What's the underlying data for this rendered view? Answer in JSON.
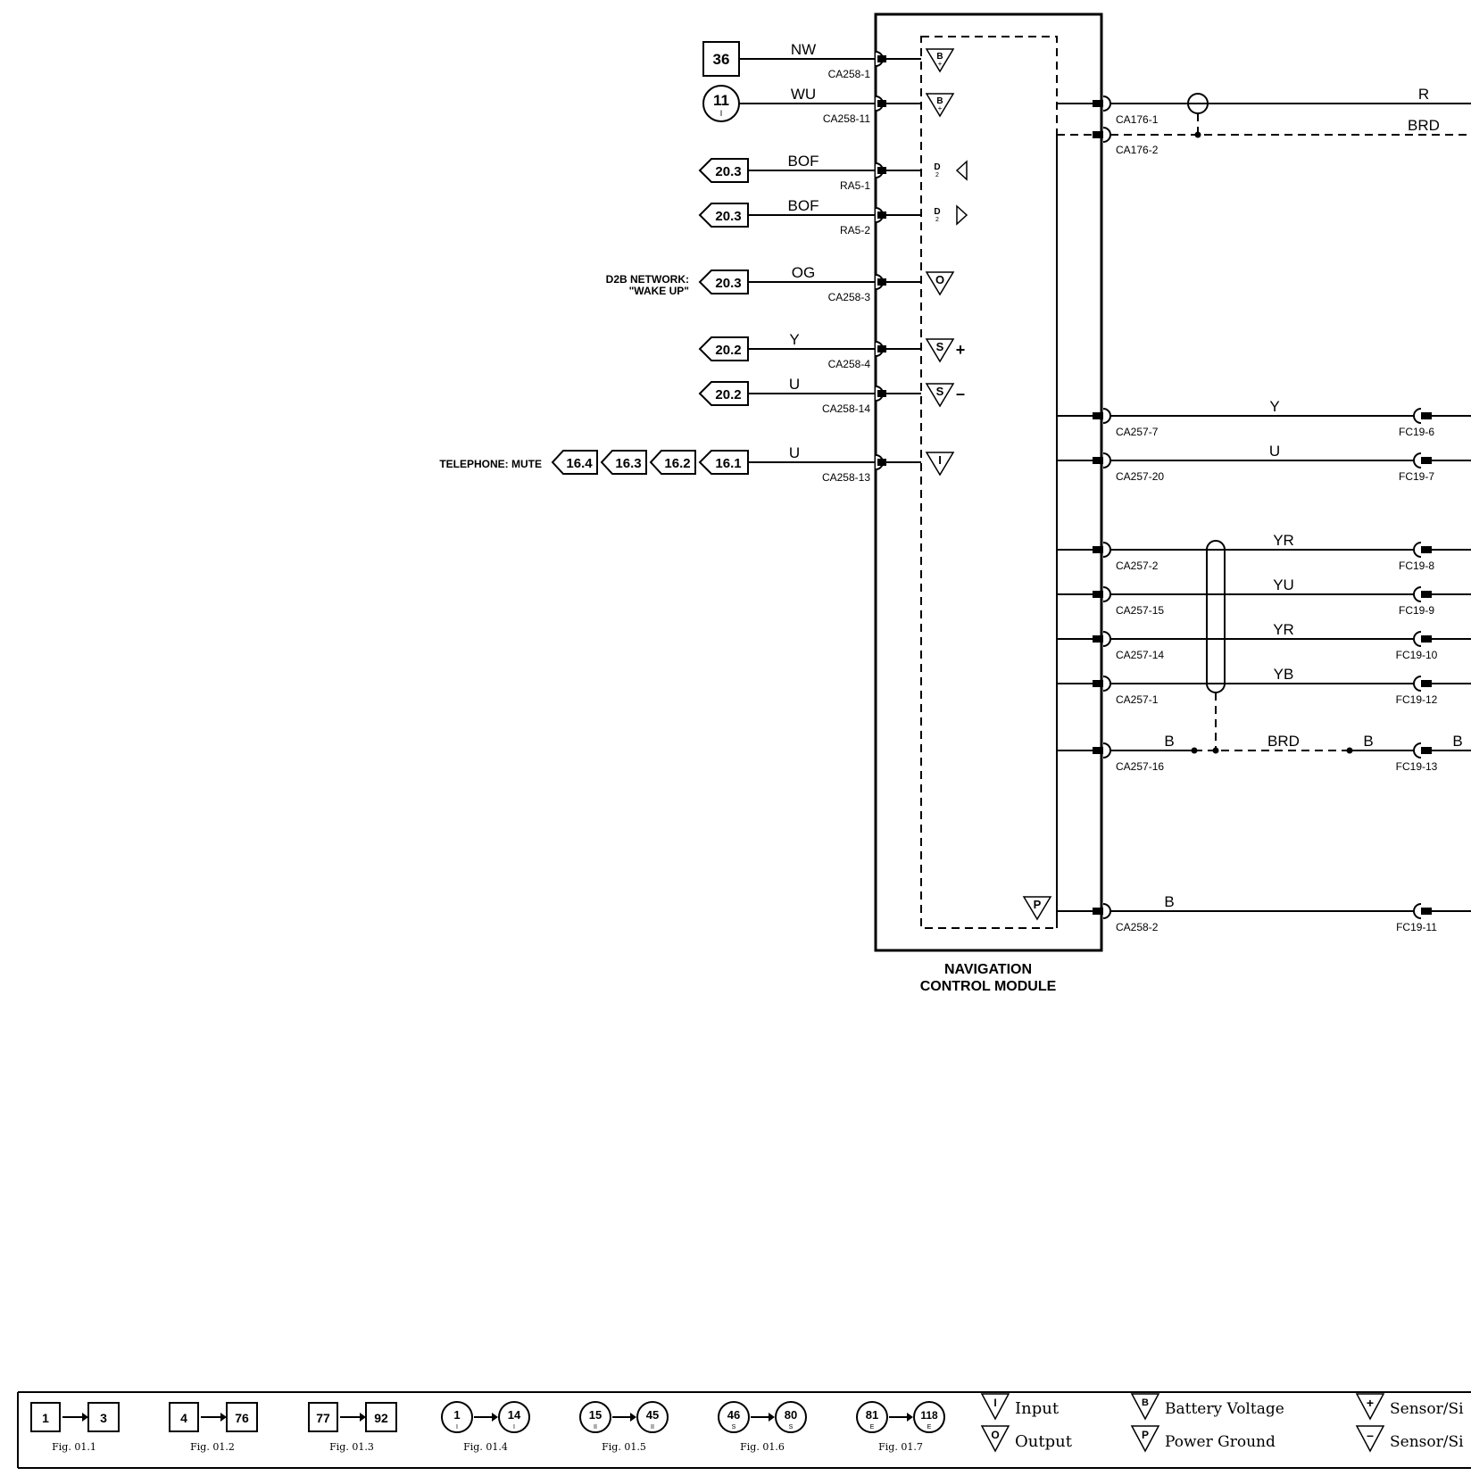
{
  "module": {
    "title_line1": "NAVIGATION",
    "title_line2": "CONTROL MODULE"
  },
  "left_pins": [
    {
      "wire": "NW",
      "pin": "CA258-1",
      "ref": "36",
      "ref_kind": "box",
      "symbol": "B",
      "symbol_sub": "+"
    },
    {
      "wire": "WU",
      "pin": "CA258-11",
      "ref": "11",
      "ref_sub": "I",
      "ref_kind": "circle",
      "symbol": "B",
      "symbol_sub": "+"
    },
    {
      "wire": "BOF",
      "pin": "RA5-1",
      "ref": "20.3",
      "ref_kind": "arrow",
      "symbol": "D2-left"
    },
    {
      "wire": "BOF",
      "pin": "RA5-2",
      "ref": "20.3",
      "ref_kind": "arrow",
      "symbol": "D2-right"
    },
    {
      "wire": "OG",
      "pin": "CA258-3",
      "ref": "20.3",
      "ref_kind": "arrow",
      "symbol": "O",
      "note_line1": "D2B NETWORK:",
      "note_line2": "\"WAKE UP\""
    },
    {
      "wire": "Y",
      "pin": "CA258-4",
      "ref": "20.2",
      "ref_kind": "arrow",
      "symbol": "S",
      "symbol_suffix": "+"
    },
    {
      "wire": "U",
      "pin": "CA258-14",
      "ref": "20.2",
      "ref_kind": "arrow",
      "symbol": "S",
      "symbol_suffix": "–"
    },
    {
      "wire": "U",
      "pin": "CA258-13",
      "refs": [
        "16.4",
        "16.3",
        "16.2",
        "16.1"
      ],
      "ref_kind": "arrow-chain",
      "symbol": "I",
      "note_line1": "TELEPHONE: MUTE"
    }
  ],
  "right_pins": [
    {
      "pin": "CA176-1",
      "wire": "R",
      "style": "solid"
    },
    {
      "pin": "CA176-2",
      "wire": "BRD",
      "style": "dashed"
    },
    {
      "pin": "CA257-7",
      "wire": "Y",
      "far_pin": "FC19-6"
    },
    {
      "pin": "CA257-20",
      "wire": "U",
      "far_pin": "FC19-7"
    },
    {
      "pin": "CA257-2",
      "wire": "YR",
      "far_pin": "FC19-8"
    },
    {
      "pin": "CA257-15",
      "wire": "YU",
      "far_pin": "FC19-9"
    },
    {
      "pin": "CA257-14",
      "wire": "YR",
      "far_pin": "FC19-10"
    },
    {
      "pin": "CA257-1",
      "wire": "YB",
      "far_pin": "FC19-12"
    },
    {
      "pin": "CA257-16",
      "wire": "B",
      "wire_mid": "BRD",
      "wire_b2": "B",
      "wire_end": "B",
      "far_pin": "FC19-13"
    },
    {
      "pin": "CA258-2",
      "wire": "B",
      "far_pin": "FC19-11",
      "symbol": "P"
    }
  ],
  "legend": {
    "ranges": [
      {
        "from": "1",
        "to": "3",
        "shape": "box",
        "fig": "Fig. 01.1"
      },
      {
        "from": "4",
        "to": "76",
        "shape": "box",
        "fig": "Fig. 01.2"
      },
      {
        "from": "77",
        "to": "92",
        "shape": "box",
        "fig": "Fig. 01.3"
      },
      {
        "from": "1",
        "to": "14",
        "sub": "I",
        "shape": "circle",
        "fig": "Fig. 01.4"
      },
      {
        "from": "15",
        "to": "45",
        "sub": "II",
        "shape": "circle",
        "fig": "Fig. 01.5"
      },
      {
        "from": "46",
        "to": "80",
        "sub": "S",
        "shape": "circle",
        "fig": "Fig. 01.6"
      },
      {
        "from": "81",
        "to": "118",
        "sub": "E",
        "shape": "circle",
        "fig": "Fig. 01.7"
      }
    ],
    "symbols": [
      {
        "glyph": "I",
        "label": "Input"
      },
      {
        "glyph": "O",
        "label": "Output"
      },
      {
        "glyph": "B",
        "label": "Battery Voltage"
      },
      {
        "glyph": "P",
        "label": "Power Ground"
      },
      {
        "glyph": "+",
        "label": "Sensor/Si"
      },
      {
        "glyph": "–",
        "label": "Sensor/Si"
      }
    ]
  }
}
